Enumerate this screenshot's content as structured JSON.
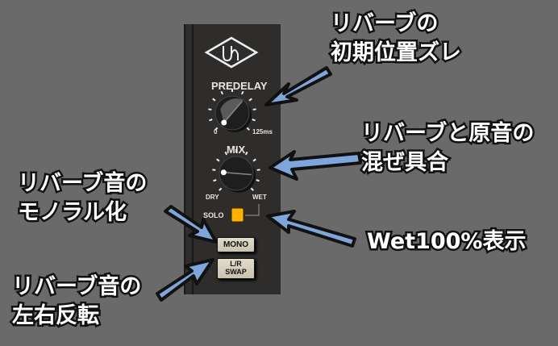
{
  "plugin": {
    "predelay_label": "PREDELAY",
    "predelay_min": "0",
    "predelay_max": "125ms",
    "predelay_value": 0.65,
    "mix_label": "MIX",
    "mix_min": "DRY",
    "mix_max": "WET",
    "mix_value": 0.85,
    "solo_label": "SOLO",
    "solo_on": true,
    "mono_label": "MONO",
    "swap_label_1": "L/R",
    "swap_label_2": "SWAP"
  },
  "notes": {
    "predelay": [
      "リバーブの",
      "初期位置ズレ"
    ],
    "mix": [
      "リバーブと原音の",
      "混ぜ具合"
    ],
    "mono": [
      "リバーブ音の",
      "モノラル化"
    ],
    "solo": "Wet100%表示",
    "swap": [
      "リバーブ音の",
      "左右反転"
    ]
  },
  "colors": {
    "arrow": "#7fa6da",
    "led": "#ffb000"
  }
}
